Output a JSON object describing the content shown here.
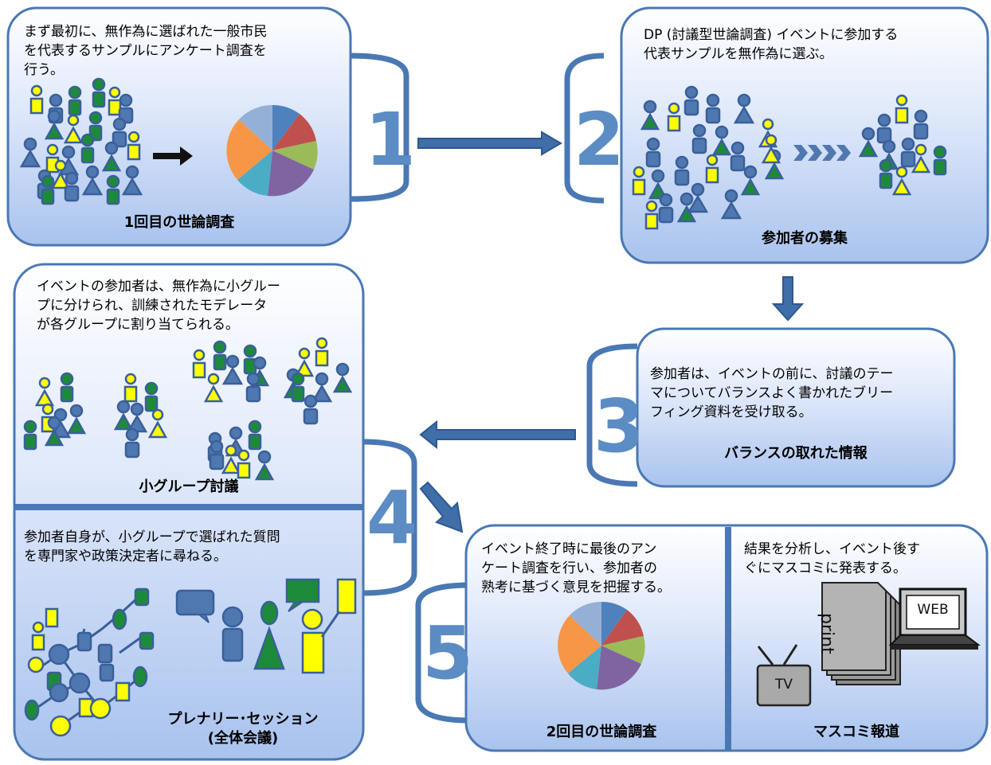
{
  "colors": {
    "panel_top": "#ffffff",
    "panel_bottom": "#a8c2ee",
    "border": "#4a78b4",
    "arrow": "#4a78b4",
    "number": "#5b8cc4",
    "green": "#1d8a3a",
    "yellow": "#ffff00",
    "figure_blue": "#5078b0"
  },
  "step1": {
    "number": "1",
    "text": "まず最初に、無作為に選ばれた一般市民\nを代表するサンプルにアンケート調査を\n行う。",
    "caption": "1回目の世論調査"
  },
  "step2": {
    "number": "2",
    "text": "DP (討議型世論調査) イベントに参加する\n代表サンプルを無作為に選ぶ。",
    "caption": "参加者の募集"
  },
  "step3": {
    "number": "3",
    "text": "参加者は、イベントの前に、討議のテー\nマについてバランスよく書かれたブリー\nフィング資料を受け取る。",
    "caption": "バランスの取れた情報"
  },
  "step4": {
    "number": "4",
    "text_top": "イベントの参加者は、無作為に小グルー\nプに分けられ、訓練されたモデレータ\nが各グループに割り当てられる。",
    "caption_top": "小グループ討議",
    "text_bottom": "参加者自身が、小グループで選ばれた質問\nを専門家や政策決定者に尋ねる。",
    "caption_bottom": "プレナリー･セッション\n(全体会議)"
  },
  "step5": {
    "number": "5",
    "text_left": "イベント終了時に最後のアン\nケート調査を行い、参加者の\n熟考に基づく意見を把握する。",
    "caption_left": "2回目の世論調査",
    "text_right": "結果を分析し、イベント後す\nぐにマスコミに発表する。",
    "caption_right": "マスコミ報道"
  },
  "media": {
    "print": "print",
    "web": "WEB",
    "tv": "TV"
  }
}
